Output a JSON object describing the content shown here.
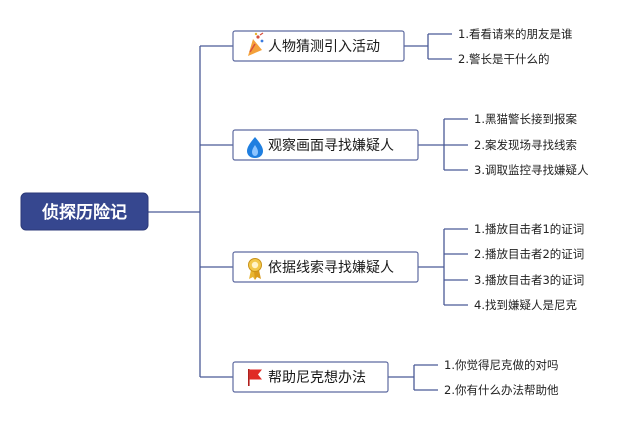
{
  "root": {
    "label": "侦探历险记"
  },
  "branches": [
    {
      "label": "人物猜测引入活动",
      "icon": "party-popper-icon",
      "items": [
        "1.看看请来的朋友是谁",
        "2.警长是干什么的"
      ]
    },
    {
      "label": "观察画面寻找嫌疑人",
      "icon": "flame-icon",
      "items": [
        "1.黑猫警长接到报案",
        "2.案发现场寻找线索",
        "3.调取监控寻找嫌疑人"
      ]
    },
    {
      "label": "依据线索寻找嫌疑人",
      "icon": "award-badge-icon",
      "items": [
        "1.播放目击者1的证词",
        "2.播放目击者2的证词",
        "3.播放目击者3的证词",
        "4.找到嫌疑人是尼克"
      ]
    },
    {
      "label": "帮助尼克想办法",
      "icon": "red-flag-icon",
      "items": [
        "1.你觉得尼克做的对吗",
        "2.你有什么办法帮助他"
      ]
    }
  ],
  "colors": {
    "root_fill": "#36478f",
    "connector": "#4a5a96",
    "branch_border": "#5d6aa0",
    "flame": "#1f7fe0",
    "badge": "#e8b430",
    "flag": "#e02a25"
  }
}
